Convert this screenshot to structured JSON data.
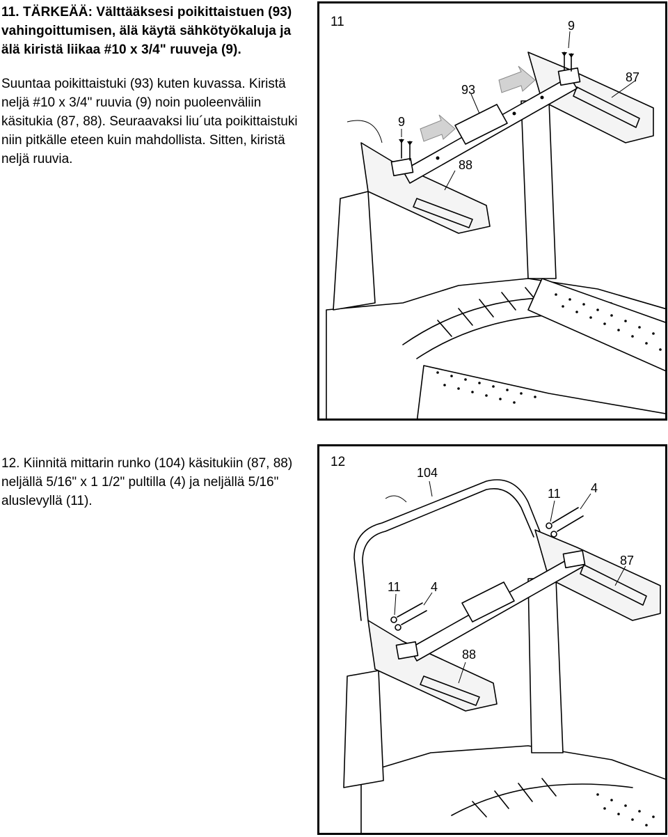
{
  "step11": {
    "warning": "11. TÄRKEÄÄ: Välttääksesi poikittaistuen (93) vahingoittumisen, älä käytä sähkötyökaluja ja älä kiristä liikaa #10 x 3/4\" ruuveja (9).",
    "instructions": "Suuntaa poikittaistuki (93) kuten kuvassa. Kiristä neljä #10 x 3/4\" ruuvia (9) noin puoleenväliin käsitukia (87, 88). Seuraavaksi liu´uta poikittaistuki niin pitkälle eteen kuin mahdollista. Sitten, kiristä neljä ruuvia.",
    "figure": {
      "number": "11",
      "callouts": {
        "screw_right": "9",
        "screw_left": "9",
        "crossbar": "93",
        "right_arm": "87",
        "left_arm": "88"
      }
    }
  },
  "step12": {
    "instructions": "12. Kiinnitä mittarin runko (104) käsitukiin (87, 88) neljällä 5/16\" x 1 1/2\" pultilla (4) ja neljällä 5/16\"  aluslevyllä (11).",
    "figure": {
      "number": "12",
      "callouts": {
        "console": "104",
        "washer_right": "11",
        "bolt_right": "4",
        "right_arm": "87",
        "washer_left": "11",
        "bolt_left": "4",
        "left_arm": "88"
      }
    }
  },
  "colors": {
    "line": "#000000",
    "arrow_fill": "#d2d2d2",
    "background": "#ffffff"
  }
}
